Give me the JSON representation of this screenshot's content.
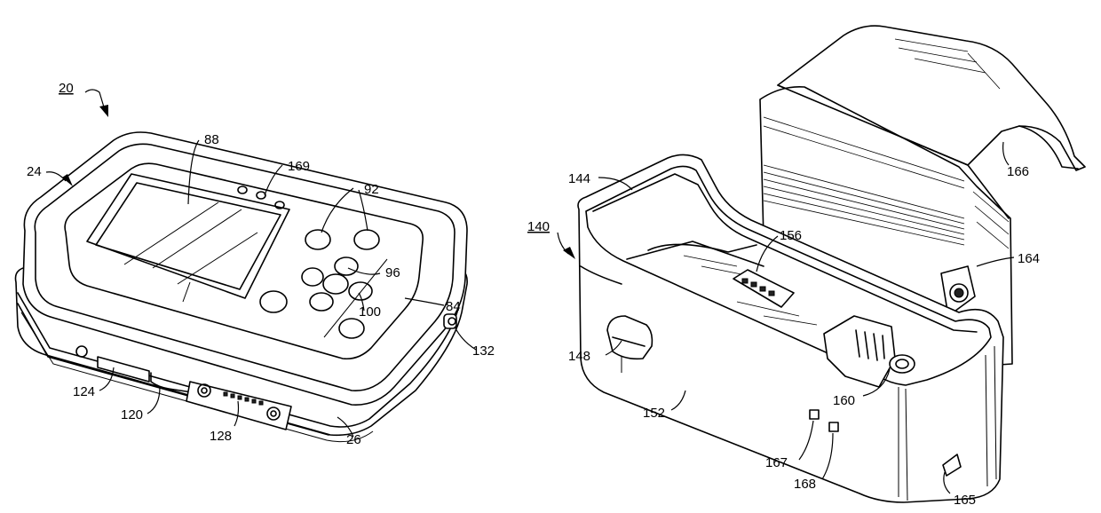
{
  "figure": {
    "left_device": {
      "assembly_label": "20",
      "references": {
        "housing": "24",
        "display": "88",
        "indicator_lights": "169",
        "buttons": "92",
        "button_96": "96",
        "button_100": "100",
        "bezel": "84",
        "side_connector": "132",
        "bottom_tab": "124",
        "base": "120",
        "contact_port": "128",
        "lower_shell": "26"
      }
    },
    "right_dock": {
      "assembly_label": "140",
      "references": {
        "cradle_wall": "144",
        "connector": "156",
        "rear_tower": "164",
        "handle": "166",
        "release_button": "148",
        "front_face": "152",
        "plug": "160",
        "led_a": "167",
        "led_b": "168",
        "rear_port": "165"
      }
    }
  }
}
